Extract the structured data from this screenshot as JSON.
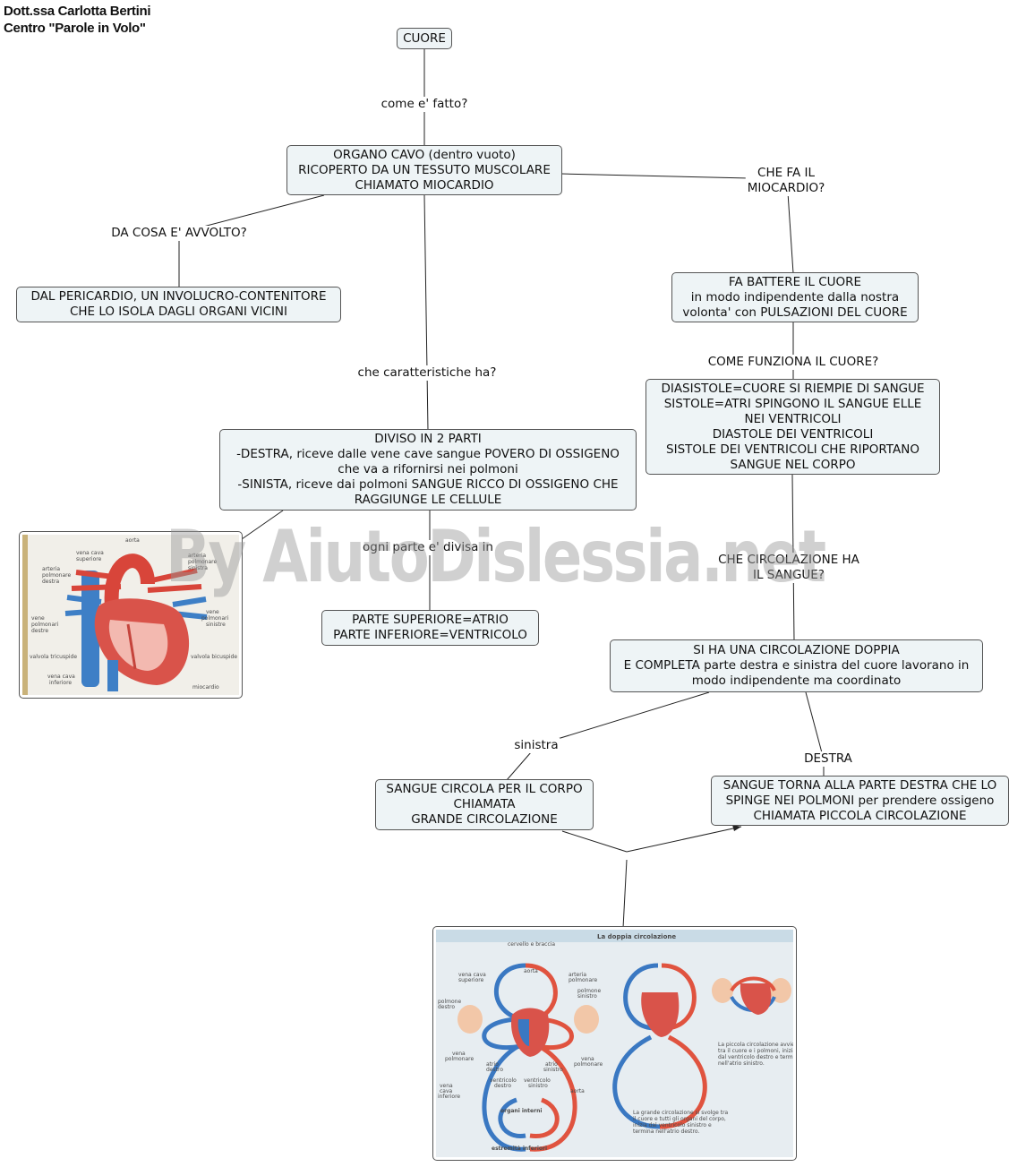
{
  "header": {
    "author": "Dott.ssa Carlotta Bertini\nCentro \"Parole in Volo\""
  },
  "nodes": {
    "cuore": "CUORE",
    "organo": "ORGANO CAVO (dentro vuoto)\nRICOPERTO DA UN TESSUTO MUSCOLARE\nCHIAMATO MIOCARDIO",
    "pericardio": "DAL PERICARDIO, UN INVOLUCRO-CONTENITORE\nCHE LO ISOLA DAGLI ORGANI VICINI",
    "battere": "FA BATTERE IL CUORE\nin modo indipendente dalla nostra\nvolonta' con PULSAZIONI DEL CUORE",
    "diviso": "DIVISO IN 2 PARTI\n-DESTRA, riceve dalle vene cave sangue POVERO DI OSSIGENO\nche va a rifornirsi nei polmoni\n-SINISTA, riceve dai polmoni SANGUE RICCO DI OSSIGENO CHE\nRAGGIUNGE LE CELLULE",
    "diastole": "DIASISTOLE=CUORE SI RIEMPIE DI SANGUE\nSISTOLE=ATRI SPINGONO IL SANGUE ELLE\nNEI VENTRICOLI\nDIASTOLE DEI VENTRICOLI\nSISTOLE DEI VENTRICOLI CHE RIPORTANO\nSANGUE NEL CORPO",
    "atrio": "PARTE SUPERIORE=ATRIO\nPARTE INFERIORE=VENTRICOLO",
    "doppia": "SI HA UNA CIRCOLAZIONE DOPPIA\nE COMPLETA parte destra e sinistra del cuore lavorano in\nmodo indipendente ma coordinato",
    "grande": "SANGUE CIRCOLA PER IL CORPO\nCHIAMATA\nGRANDE CIRCOLAZIONE",
    "piccola": "SANGUE TORNA ALLA PARTE DESTRA CHE LO\nSPINGE NEI POLMONI per prendere ossigeno\nCHIAMATA PICCOLA CIRCOLAZIONE"
  },
  "labels": {
    "come_fatto": "come e' fatto?",
    "che_fa": "CHE FA IL\nMIOCARDIO?",
    "avvolto": "DA COSA E' AVVOLTO?",
    "caratteristiche": "che caratteristiche ha?",
    "come_funziona": "COME FUNZIONA IL CUORE?",
    "divisa_in": "ogni parte e' divisa in",
    "che_circolazione": "CHE CIRCOLAZIONE HA\nIL SANGUE?",
    "sinistra": "sinistra",
    "destra": "DESTRA"
  },
  "heart_figure": {
    "labels": [
      "aorta",
      "vena cava\nsuperiore",
      "arteria\npolmonare\ndestra",
      "arteria\npolmonare\nsinistra",
      "vene\npolmonari\ndestre",
      "vene\npolmonari\nsinistre",
      "valvola tricuspide",
      "valvola bicuspide",
      "vena cava\ninferiore",
      "miocardio"
    ]
  },
  "circulation_figure": {
    "title": "La doppia circolazione",
    "labels": [
      "cervello e braccia",
      "aorta",
      "arteria\npolmonare",
      "vena cava\nsuperiore",
      "polmone\ndestro",
      "polmone\nsinistro",
      "vena\npolmonare",
      "atrio\ndestro",
      "atrio\nsinistro",
      "vena\npolmonare",
      "ventricolo\ndestro",
      "ventricolo\nsinistro",
      "aorta",
      "vena\ncava\ninferiore",
      "organi interni",
      "estremità inferiori"
    ],
    "caption_small": "La piccola circolazione avviene\ntra il cuore e i polmoni, inizia\ndal ventricolo destro e termina\nnell'atrio sinistro.",
    "caption_big": "La grande circolazione si svolge tra\nil cuore e tutti gli organi del corpo,\ninizia dal ventricolo sinistro e\ntermina nell'atrio destro."
  },
  "watermark": "By AiutoDislessia.net",
  "colors": {
    "node_fill": "#eef4f6",
    "node_border": "#555555",
    "oxygen_rich": "#e0533f",
    "oxygen_poor": "#3a78c2"
  }
}
